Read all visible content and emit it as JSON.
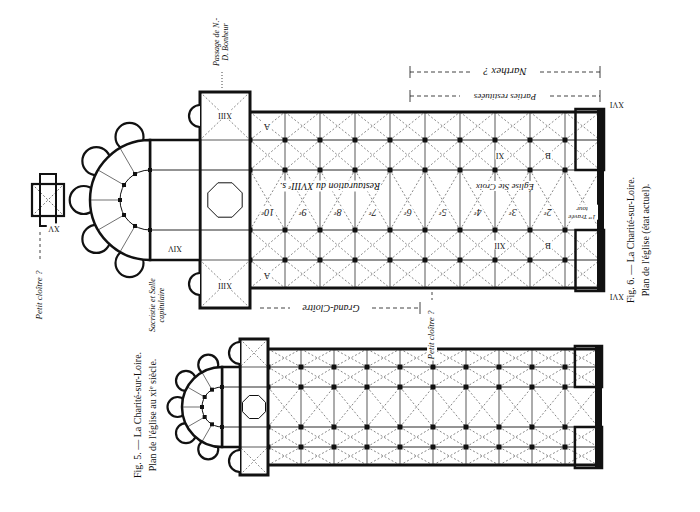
{
  "diagram": {
    "labels": [
      "Fig. 6. — La Charité-sur-Loire.",
      "Plan de l'église (état actuel).",
      "Fig. 5. — La Charité-sur-Loire.",
      "Plan de l'église au xiᵉ siècle.",
      "Narthex ?",
      "Parties restituées",
      "Restauration du XVIIIᵉ s.",
      "Église Ste Croix",
      "Grand-Cloître",
      "Petit cloître ?",
      "Petit cloître ?",
      "Sacristie et Salle capitulaire",
      "Passage de N.-D. Bonheur",
      "10ᵉ",
      "9ᵉ",
      "8ᵉ",
      "7ᵉ",
      "6ᵉ",
      "5ᵉ",
      "4ᵉ",
      "3ᵉ",
      "2ᵉ",
      "1ʳᵉ Travée tour",
      "A",
      "A",
      "B",
      "B",
      "XI",
      "XII",
      "XIII",
      "XIV",
      "XV",
      "XVI",
      "XVI",
      "XIII"
    ]
  }
}
